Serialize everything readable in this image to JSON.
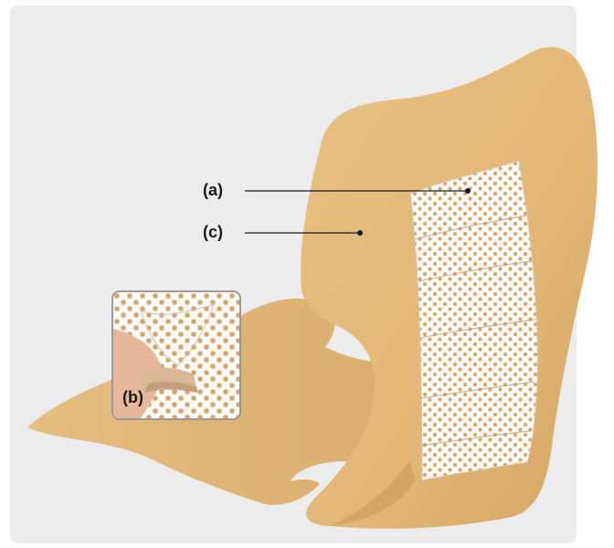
{
  "figure": {
    "labels": {
      "a": "(a)",
      "b": "(b)",
      "c": "(c)"
    },
    "colors": {
      "panel_background": "#ececec",
      "dressing_skin_tone": "#e3b97a",
      "dressing_shadow": "#c9995a",
      "pad_dots": "#d9a46a",
      "pad_background": "#fbfaf7",
      "leader_lines": "#1a1a1a"
    }
  }
}
